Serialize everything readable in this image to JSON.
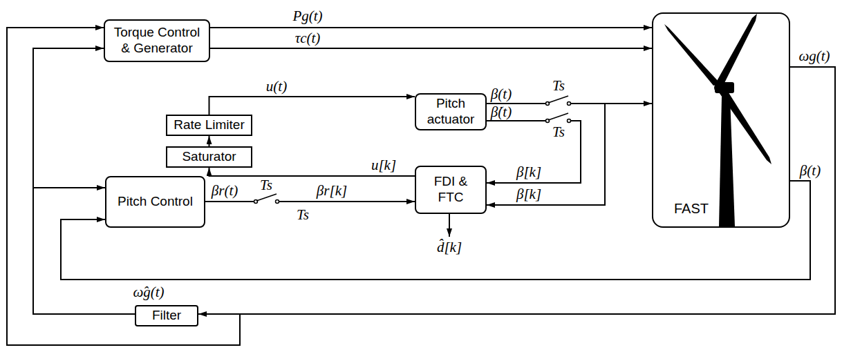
{
  "diagram": {
    "nodes": [
      {
        "text": [
          "Torque Control & Generator"
        ]
      },
      {
        "text": [
          "Pitch actuator"
        ]
      },
      {
        "text": [
          "Rate Limiter"
        ]
      },
      {
        "text": [
          "Saturator"
        ]
      },
      {
        "text": [
          "Pitch Control"
        ]
      },
      {
        "text": [
          "FDI & FTC"
        ]
      },
      {
        "text": [
          "FAST"
        ]
      },
      {
        "text": [
          "Filter"
        ]
      }
    ],
    "edges": [
      {
        "from": 0,
        "to": 6,
        "arrow": "to",
        "label": "Pg(t)"
      },
      {
        "from": 0,
        "to": 6,
        "arrow": "to",
        "label": "τc(t)"
      },
      {
        "from": 2,
        "to": 1,
        "arrow": "to",
        "label": "u(t)"
      },
      {
        "from": 3,
        "to": 2,
        "arrow": "to"
      },
      {
        "from": 5,
        "to": 3,
        "arrow": "to",
        "label": "u[k]"
      },
      {
        "from": 1,
        "to": 6,
        "arrow": "to",
        "label": "β(t)"
      },
      {
        "from": 1,
        "to": 5,
        "arrow": "to",
        "label": "β̇(t)"
      },
      {
        "from": 1,
        "to": 5,
        "arrow": "to",
        "label": "β[k]"
      },
      {
        "from": 4,
        "to": 5,
        "arrow": "to",
        "label": "βr(t)"
      },
      {
        "from": 6,
        "to": 4,
        "arrow": "to",
        "label": "β(t)"
      },
      {
        "from": 6,
        "to": 7,
        "arrow": "to",
        "label": "ωg(t)"
      },
      {
        "from": 6,
        "to": 0,
        "arrow": "to"
      },
      {
        "from": 7,
        "to": 0,
        "arrow": "to",
        "label": "ω̂g(t)"
      },
      {
        "from": 7,
        "to": 4,
        "arrow": "to"
      }
    ],
    "labels": [
      "Ts",
      "Ts",
      "Ts",
      "Ts",
      "βr[k]",
      "β̇[k]",
      "d̂[k]"
    ]
  }
}
